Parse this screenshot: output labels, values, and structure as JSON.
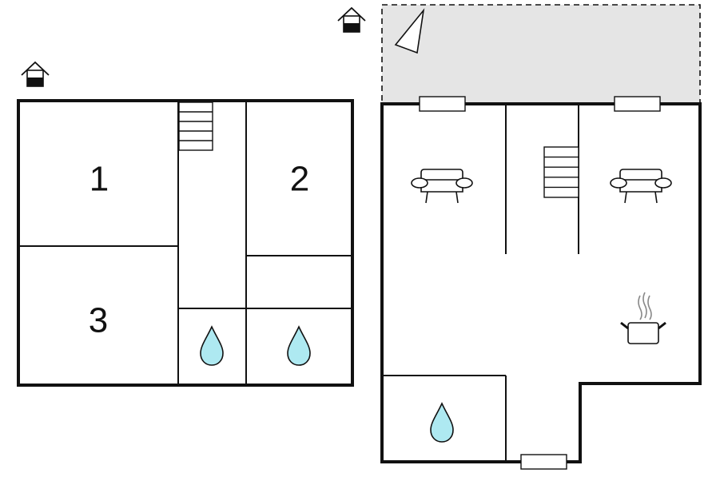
{
  "rooms": [
    {
      "number": "1"
    },
    {
      "number": "2"
    },
    {
      "number": "3"
    }
  ],
  "icons": {
    "level": "house-level-icon",
    "stairs": "stairs-icon",
    "water": "water-drop-icon",
    "sofa": "sofa-icon",
    "cooking": "cooking-pot-icon",
    "window": "window-icon",
    "compass": "north-arrow-icon"
  },
  "colors": {
    "terrace": "#e5e5e5",
    "water": "#aee9f1",
    "wall": "#111111"
  }
}
